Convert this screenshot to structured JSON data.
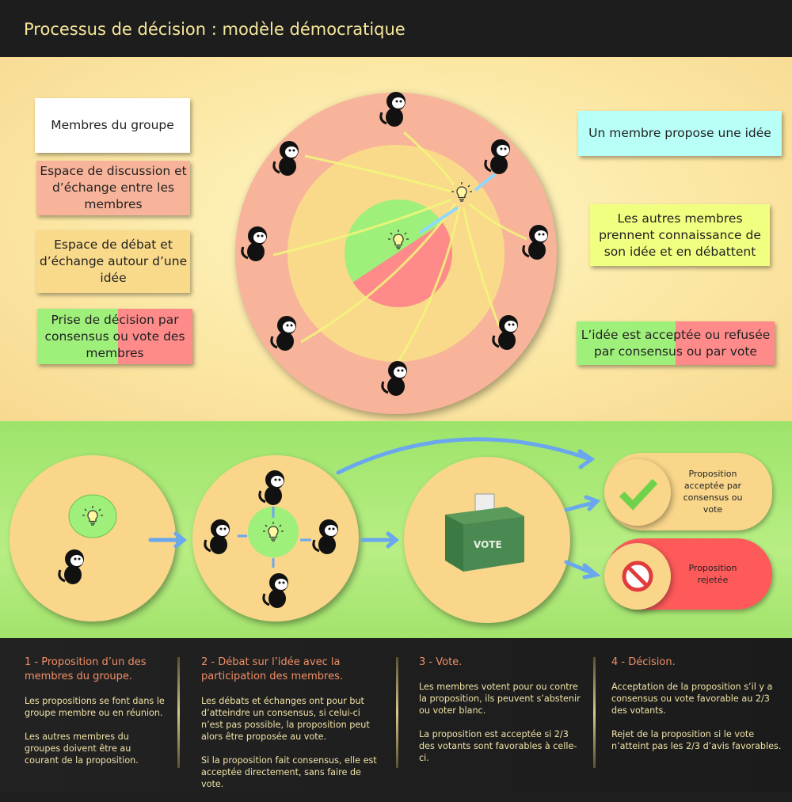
{
  "title": "Processus de décision : modèle démocratique",
  "legend_left": [
    {
      "label": "Membres du groupe",
      "color": "#ffffff"
    },
    {
      "label": "Espace de discussion et d’échange entre les membres",
      "color": "#f7b49a"
    },
    {
      "label": "Espace de débat et d’échange autour d’une idée",
      "color": "#f9d98a"
    },
    {
      "label": "Prise de décision par consensus ou vote des membres",
      "color": "#9ef07a"
    }
  ],
  "legend_right": [
    {
      "label": "Un membre propose une idée",
      "color": "#b8fff8"
    },
    {
      "label": "Les autres membres prennent connaissance de son idée et en débattent",
      "color": "#f1ff80"
    },
    {
      "label": "L’idée est acceptée ou refusée par consensus ou par vote",
      "color": "#9ef07a"
    }
  ],
  "colors": {
    "accept": "#9ef07a",
    "reject": "#ff8080",
    "outer": "#f7b49a",
    "inner": "#f9d98a"
  },
  "ballot_label": "VOTE",
  "results": {
    "accepted": "Proposition acceptée par consensus ou vote",
    "rejected": "Proposition rejetée"
  },
  "steps": [
    {
      "title": "1 - Proposition d’un des membres du groupe.",
      "paragraphs": [
        "Les propositions se font dans le groupe membre ou en réunion.",
        "Les autres membres du groupes doivent être au courant de la proposition."
      ]
    },
    {
      "title": "2 - Débat sur l’idée avec la participation des membres.",
      "paragraphs": [
        "Les débats et échanges ont pour but d’atteindre un consensus, si celui-ci n’est pas possible, la proposition peut alors être proposée au vote.",
        "Si la proposition fait consensus, elle est acceptée directement, sans faire de vote."
      ]
    },
    {
      "title": "3 - Vote.",
      "paragraphs": [
        "Les membres votent pour ou contre la proposition, ils peuvent s’abstenir ou voter blanc.",
        "La proposition est acceptée si 2/3 des votants sont favorables à celle-ci."
      ]
    },
    {
      "title": "4 - Décision.",
      "paragraphs": [
        "Acceptation de la proposition s’il y a consensus ou vote favorable au 2/3 des votants.",
        "Rejet de la proposition si le vote n’atteint pas les 2/3 d’avis favorables."
      ]
    }
  ]
}
